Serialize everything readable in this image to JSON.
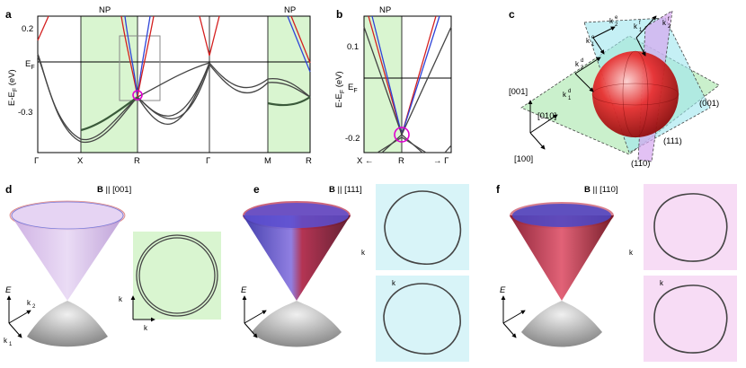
{
  "panels": {
    "a": {
      "label": "a",
      "top": "NP",
      "top2": "NP",
      "ylabel": "E-E",
      "ysub": "F",
      "yunit": " (eV)",
      "ef": "E",
      "efsub": "F",
      "ticks": [
        "0.2",
        "-0.3"
      ],
      "xticks": [
        "Γ",
        "X",
        "R",
        "Γ",
        "M",
        "R"
      ]
    },
    "b": {
      "label": "b",
      "top": "NP",
      "ylabel": "E-E",
      "ysub": "F",
      "yunit": " (eV)",
      "ef": "E",
      "efsub": "F",
      "ticks": [
        "0.1",
        "-0.2"
      ],
      "xleft": "X ←",
      "xmid": "R",
      "xright": "→ Γ"
    },
    "c": {
      "label": "c",
      "dirs": [
        "[001]",
        "[010]",
        "[100]"
      ],
      "planes": [
        "(001)",
        "(111)",
        "(110)"
      ]
    },
    "d": {
      "label": "d",
      "field": "B",
      "fieldtxt": " || [001]"
    },
    "e": {
      "label": "e",
      "field": "B",
      "fieldtxt": " || [111]"
    },
    "f": {
      "label": "f",
      "field": "B",
      "fieldtxt": " || [110]"
    },
    "axes3d": {
      "e": "E"
    }
  },
  "colors": {
    "green": "#d9f5d0",
    "cyan": "#d8f4f8",
    "pink": "#f7dcf5",
    "red": "#d42020",
    "blue": "#2f44d8",
    "magenta": "#e000d0"
  }
}
